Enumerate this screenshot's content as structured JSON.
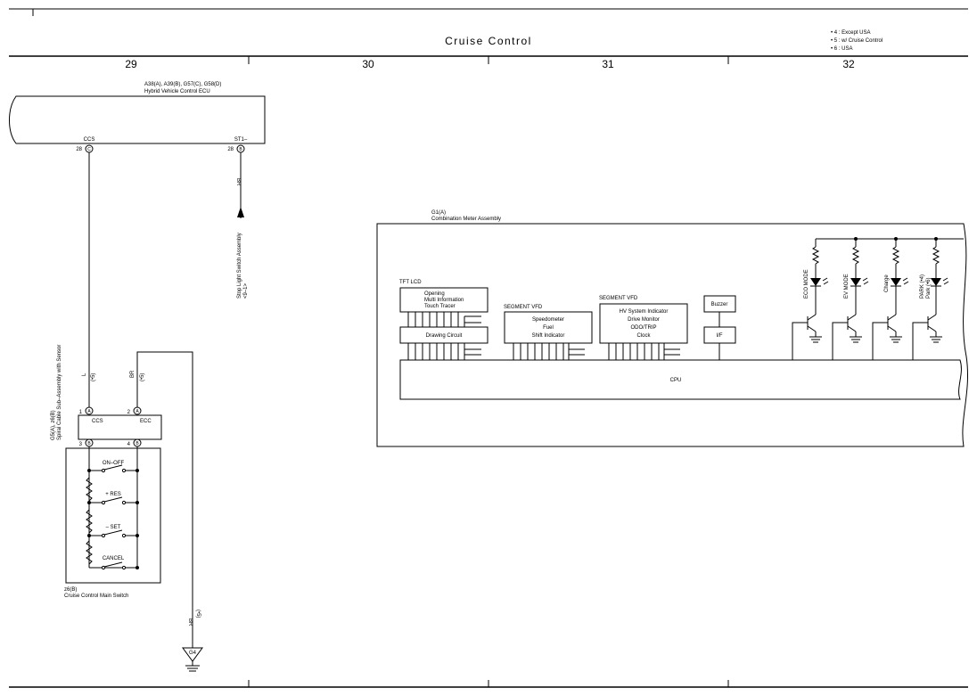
{
  "header": {
    "title": "Cruise Control",
    "notes": [
      "• 4 : Except USA",
      "• 5 : w/ Cruise Control",
      "• 6 : USA"
    ],
    "columns": [
      "29",
      "30",
      "31",
      "32"
    ]
  },
  "ecu": {
    "codes": "A38(A), A39(B), G57(C), G58(D)",
    "name": "Hybrid Vehicle Control ECU",
    "pin_ccs_label": "CCS",
    "pin_ccs_num": "28",
    "pin_ccs_conn": "C",
    "pin_st1_label": "ST1–",
    "pin_st1_num": "28",
    "pin_st1_conn": "B"
  },
  "wires": {
    "br_st1": "BR",
    "stop_light_label": "Stop Light Switch Assembly",
    "stop_light_ref": "<9–1>",
    "l_wire": "L",
    "l_note": "(•5)",
    "br_ecc": "BR",
    "br_ecc_note": "(•5)",
    "br_ground": "BR",
    "br_ground_note": "(•5)"
  },
  "spiral": {
    "codes": "G5(A), z6(B)",
    "name": "Spiral Cable Sub–Assembly with Sensor",
    "pin1": "1",
    "pin1_conn": "A",
    "pin2": "2",
    "pin2_conn": "A",
    "pin3": "3",
    "pin3_conn": "B",
    "pin4": "4",
    "pin4_conn": "B",
    "ccs": "CCS",
    "ecc": "ECC"
  },
  "main_switch": {
    "switches": [
      "ON–OFF",
      "+ RES",
      "– SET",
      "CANCEL"
    ],
    "code": "z6(B)",
    "name": "Cruise Control Main Switch"
  },
  "ground": {
    "label": "G4"
  },
  "meter": {
    "code": "G1(A)",
    "name": "Combination Meter Assembly",
    "tft_title": "TFT LCD",
    "tft_lines": [
      "Opening",
      "Multi Information",
      "Touch Tracer"
    ],
    "drawing": "Drawing Circuit",
    "vfd1_title": "SEGMENT VFD",
    "vfd1_lines": [
      "Speedometer",
      "Fuel",
      "Shift Indicator"
    ],
    "vfd2_title": "SEGMENT VFD",
    "vfd2_lines": [
      "HV System Indicator",
      "Drive Monitor",
      "ODO/TRIP",
      "Clock"
    ],
    "buzzer": "Buzzer",
    "if": "I/F",
    "cpu": "CPU",
    "leds": [
      "ECO MODE",
      "EV MODE",
      "Charge",
      "PARK (•4)"
    ],
    "led4_extra": "Park (•6)"
  }
}
